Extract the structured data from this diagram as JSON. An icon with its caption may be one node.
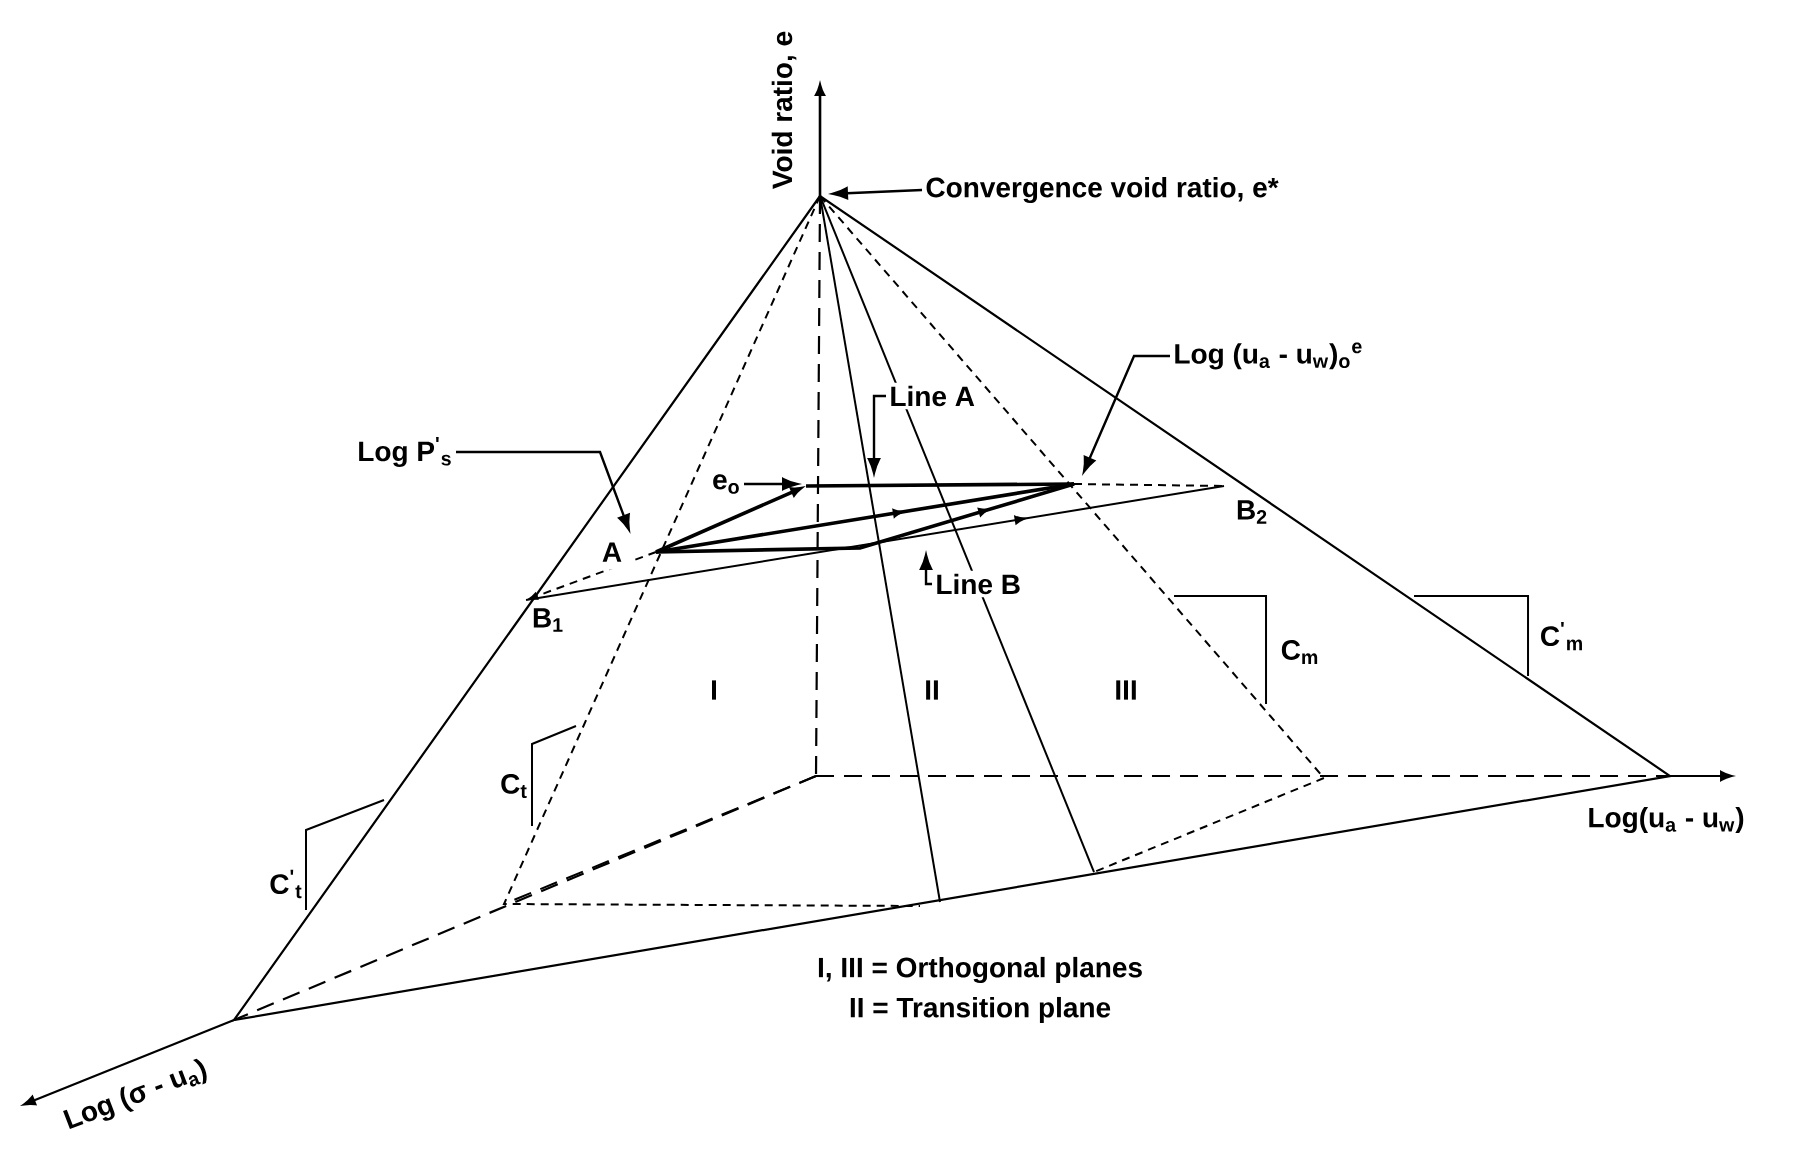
{
  "diagram": {
    "nodes": [
      {
        "text": [
          "Convergence void ratio, e*"
        ]
      },
      {
        "text": [
          "Log (u$_{a}$ - u$_{w}$)$_{o}$$^{e}$"
        ]
      },
      {
        "text": [
          "Line A"
        ]
      },
      {
        "text": [
          "Log P$^{'}$$_{s}$"
        ]
      },
      {
        "text": [
          "e$_{o}$"
        ]
      },
      {
        "text": [
          "Line B"
        ]
      },
      {
        "text": [
          "A"
        ]
      }
    ],
    "edges": [
      {
        "from": 0,
        "to": null,
        "arrow": "to"
      },
      {
        "from": 1,
        "to": null,
        "arrow": "to"
      },
      {
        "from": 2,
        "to": null,
        "arrow": "to"
      },
      {
        "from": 3,
        "to": 6,
        "arrow": "to"
      },
      {
        "from": 4,
        "to": null,
        "arrow": "to"
      },
      {
        "from": 5,
        "to": null,
        "arrow": "to"
      }
    ],
    "labels": [
      "Void ratio, e",
      "B$_{2}$",
      "B$_{1}$",
      "C$_{m}$",
      "C$^{'}$$_{m}$",
      "I",
      "II",
      "III",
      "C$_{t}$",
      "C$^{'}$$_{t}$",
      "Log(u$_{a}$ - u$_{w}$)",
      "I, III = Orthogonal planes",
      "II = Transition plane",
      "Log (σ - u$_{a}$)"
    ]
  }
}
